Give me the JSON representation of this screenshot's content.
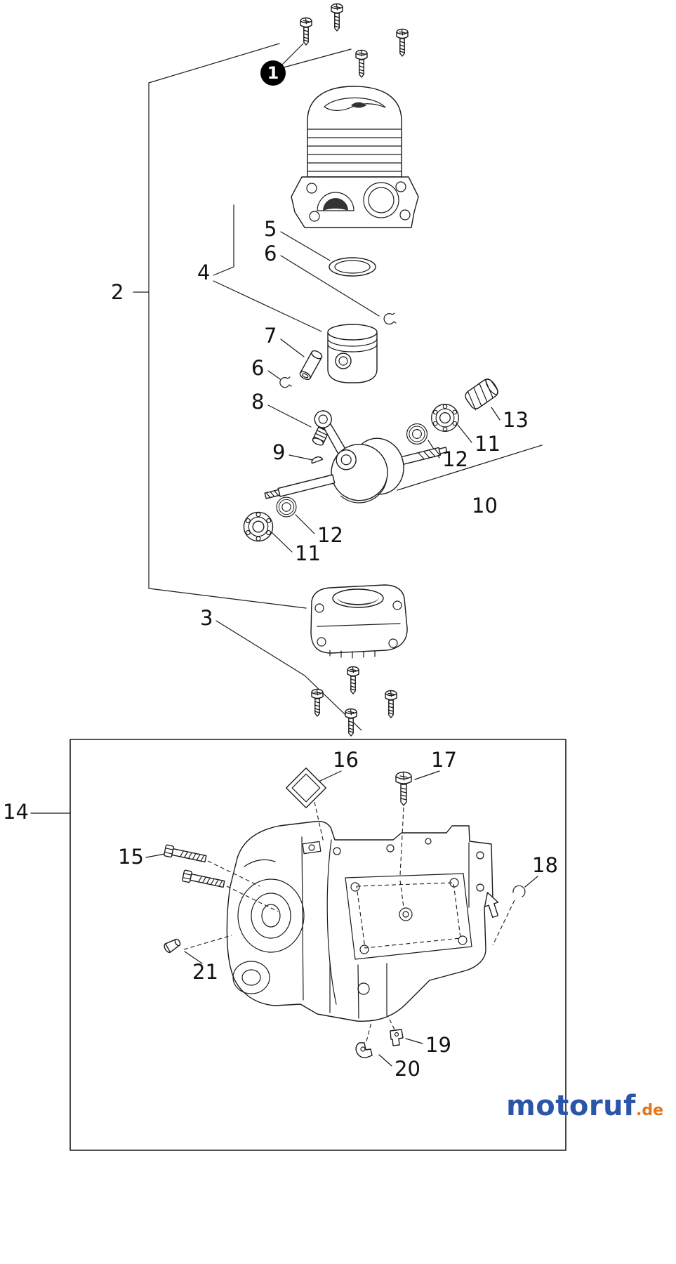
{
  "callouts": {
    "c1": "1",
    "c2": "2",
    "c3": "3",
    "c4": "4",
    "c5": "5",
    "c6a": "6",
    "c6b": "6",
    "c7": "7",
    "c8": "8",
    "c9": "9",
    "c10": "10",
    "c11a": "11",
    "c11b": "11",
    "c12a": "12",
    "c12b": "12",
    "c13": "13",
    "c14": "14",
    "c15": "15",
    "c16": "16",
    "c17": "17",
    "c18": "18",
    "c19": "19",
    "c20": "20",
    "c21": "21"
  },
  "watermark": {
    "brand": "motoruf",
    "tld": ".de",
    "brand_color": "#2b55a8",
    "tld_color": "#e2761d"
  }
}
